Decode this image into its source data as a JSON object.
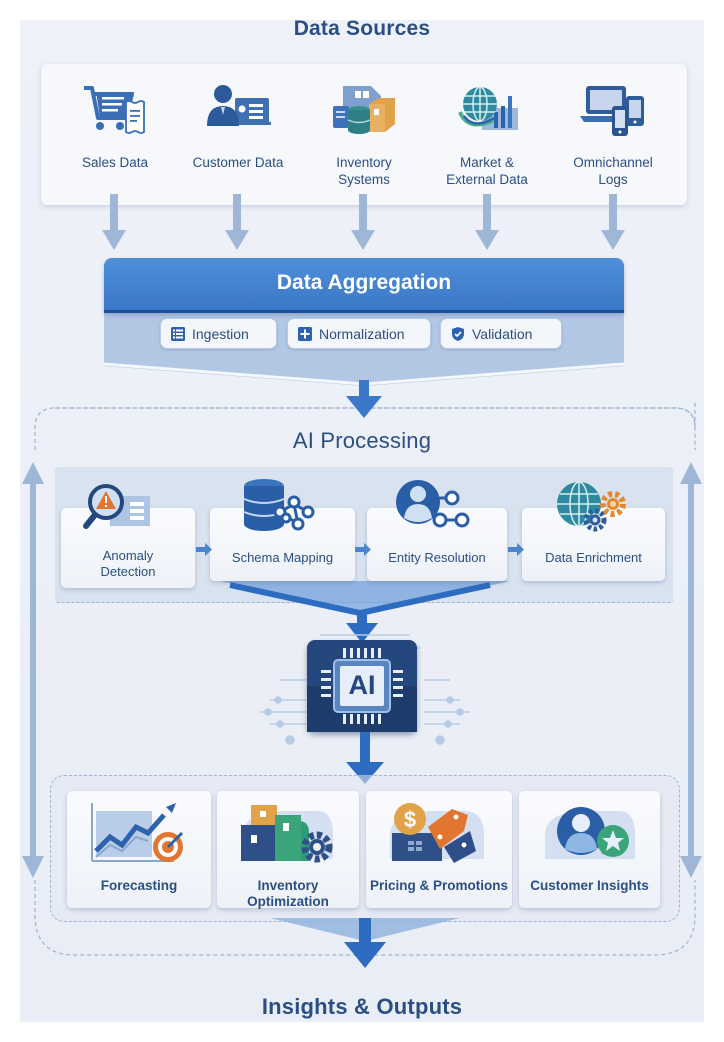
{
  "diagram": {
    "sections": {
      "data_sources": "Data Sources",
      "aggregation": "Data Aggregation",
      "processing": "AI Processing",
      "outputs": "Insights & Outputs"
    },
    "sources": [
      {
        "label_line1": "Sales Data",
        "label_line2": "",
        "icon": "shopping-cart-receipt-icon"
      },
      {
        "label_line1": "Customer Data",
        "label_line2": "",
        "icon": "customer-profile-icon"
      },
      {
        "label_line1": "Inventory",
        "label_line2": "Systems",
        "icon": "warehouse-database-box-icon"
      },
      {
        "label_line1": "Market &",
        "label_line2": "External Data",
        "icon": "globe-chart-icon"
      },
      {
        "label_line1": "Omnichannel",
        "label_line2": "Logs",
        "icon": "devices-icon"
      }
    ],
    "aggregation_steps": [
      {
        "label": "Ingestion",
        "icon": "list-icon"
      },
      {
        "label": "Normalization",
        "icon": "plus-square-icon"
      },
      {
        "label": "Validation",
        "icon": "shield-check-icon"
      }
    ],
    "processing_steps": [
      {
        "label_line1": "Anomaly",
        "label_line2": "Detection",
        "icon": "magnifier-warning-icon"
      },
      {
        "label_line1": "Schema Mapping",
        "label_line2": "",
        "icon": "database-network-icon"
      },
      {
        "label_line1": "Entity Resolution",
        "label_line2": "",
        "icon": "user-link-icon"
      },
      {
        "label_line1": "Data Enrichment",
        "label_line2": "",
        "icon": "globe-gears-icon"
      }
    ],
    "ai_core": {
      "label": "AI",
      "icon": "ai-chip-icon"
    },
    "outputs": [
      {
        "label": "Forecasting",
        "icon": "trend-target-icon"
      },
      {
        "label": "Inventory Optimization",
        "icon": "boxes-gear-icon"
      },
      {
        "label": "Pricing & Promotions",
        "icon": "price-tag-dollar-icon"
      },
      {
        "label": "Customer Insights",
        "icon": "user-star-icon"
      }
    ],
    "colors": {
      "title": "#2b4f82",
      "accent_blue": "#3b78c9",
      "dark_navy": "#24477e",
      "arrow_light": "#9fb7d6",
      "orange": "#e0762f",
      "teal": "#2f8c8f",
      "green": "#3aa57a",
      "gold": "#e2a24a"
    }
  }
}
